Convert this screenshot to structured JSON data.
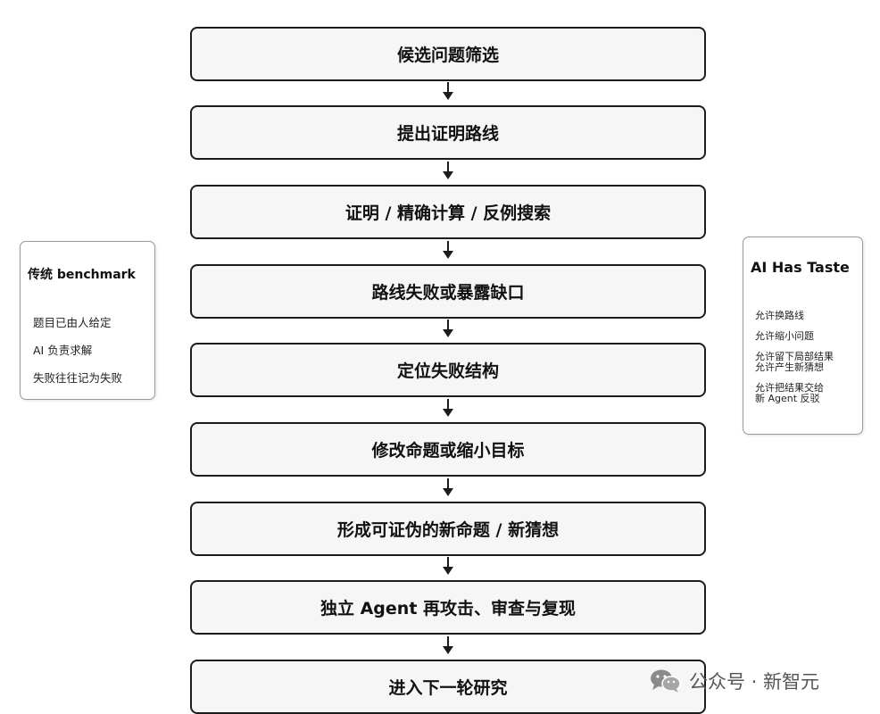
{
  "flow_steps": [
    "候选问题筛选",
    "提出证明路线",
    "证明 / 精确计算 / 反例搜索",
    "路线失败或暴露缺口",
    "定位失败结构",
    "修改命题或缩小目标",
    "形成可证伪的新命题 / 新猜想",
    "独立 Agent 再攻击、审查与复现",
    "进入下一轮研究"
  ],
  "left_panel": {
    "title": "传统 benchmark",
    "items": [
      "题目已由人给定",
      "AI 负责求解",
      "失败往往记为失败"
    ]
  },
  "right_panel": {
    "title": "AI Has Taste",
    "items": [
      [
        "允许换路线"
      ],
      [
        "允许缩小问题"
      ],
      [
        "允许留下局部结果",
        "允许产生新猜想"
      ],
      [
        "允许把结果交给",
        "新 Agent 反驳"
      ]
    ]
  },
  "watermark": {
    "text": "公众号 · 新智元",
    "icon": "wechat-icon"
  }
}
